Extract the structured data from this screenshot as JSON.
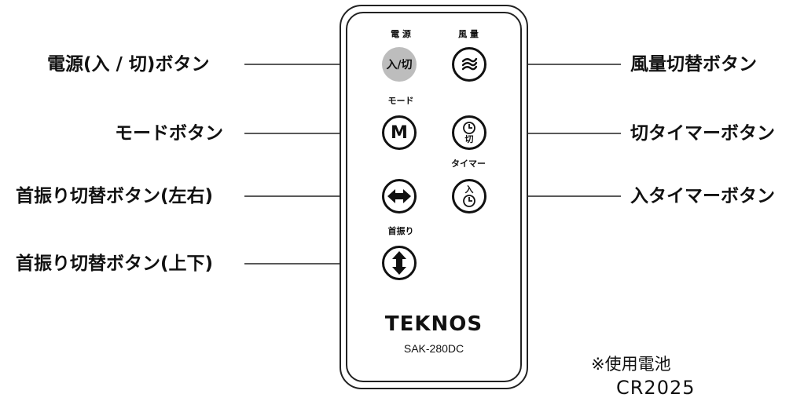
{
  "remote": {
    "top_labels": {
      "power": "電 源",
      "wind": "風 量"
    },
    "mode_label": "モード",
    "timer_label": "タイマー",
    "swing_label": "首振り",
    "power_button_text": "入/切",
    "mode_button_text": "M",
    "off_timer_button_text": "切",
    "on_timer_button_text": "入",
    "brand": "TEKNOS",
    "model": "SAK-280DC"
  },
  "callouts": {
    "power": "電源(入 / 切)ボタン",
    "mode": "モードボタン",
    "swing_lr": "首振り切替ボタン(左右)",
    "swing_ud": "首振り切替ボタン(上下)",
    "wind": "風量切替ボタン",
    "off_timer": "切タイマーボタン",
    "on_timer": "入タイマーボタン"
  },
  "battery": {
    "label": "※使用電池",
    "type": "CR2025"
  }
}
